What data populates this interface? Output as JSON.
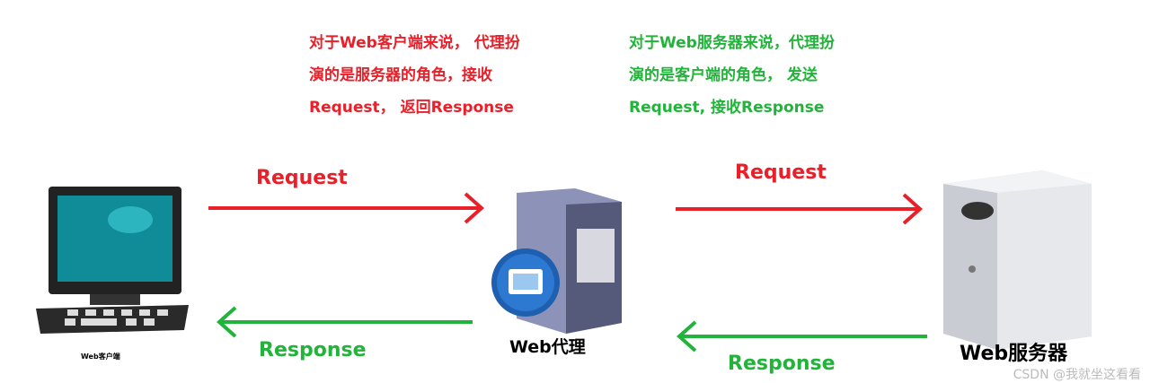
{
  "proxy_note_client": [
    "对于Web客户端来说， 代理扮",
    "演的是服务器的角色，接收",
    "Request， 返回Response"
  ],
  "proxy_note_server": [
    "对于Web服务器来说，代理扮",
    "演的是客户端的角色， 发送",
    "Request, 接收Response"
  ],
  "arrows": {
    "request_left": "Request",
    "request_right": "Request",
    "response_left": "Response",
    "response_right": "Response"
  },
  "nodes": {
    "client": "Web客户端",
    "proxy": "Web代理",
    "server": "Web服务器"
  },
  "watermark": "CSDN @我就坐这看看",
  "colors": {
    "request": "#e8202a",
    "response": "#22b33a"
  }
}
